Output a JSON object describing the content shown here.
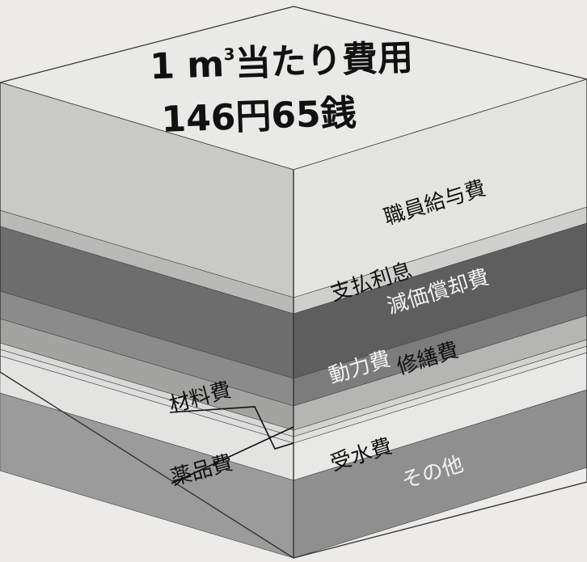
{
  "title": {
    "line1_pre": "1 m",
    "line1_sup": "3",
    "line1_post": "当たり費用",
    "line2": "146円65銭"
  },
  "layers": [
    {
      "key": "personnel",
      "label": "職員給与費",
      "color_side": "#e3e3e1",
      "color_front": "#c9c9c7"
    },
    {
      "key": "interest",
      "label": "支払利息",
      "color_side": "#cfcfcd",
      "color_front": "#b9b9b7"
    },
    {
      "key": "depreciation",
      "label": "減価償却費",
      "color_side": "#5e5e5e",
      "color_front": "#6d6d6d",
      "light_text": true
    },
    {
      "key": "power",
      "label": "動力費",
      "color_side": "#7c7c7c",
      "color_front": "#8b8b8b",
      "light_text": true
    },
    {
      "key": "repair",
      "label": "修繕費",
      "color_side": "#b5b5b3",
      "color_front": "#a3a3a1"
    },
    {
      "key": "materials",
      "label": "材料費",
      "color_side": "#d3d3d1",
      "color_front": "#d8d8d6"
    },
    {
      "key": "chemicals",
      "label": "薬品費",
      "color_side": "#e0e0de",
      "color_front": "#dedede"
    },
    {
      "key": "water_purchase",
      "label": "受水費",
      "color_side": "#e8e8e6",
      "color_front": "#e3e3e1"
    },
    {
      "key": "other",
      "label": "その他",
      "color_side": "#8f8f8f",
      "color_front": "#9b9b9b",
      "light_text": true
    }
  ],
  "colors": {
    "top_face": "#e9e9e7",
    "edge": "#333333",
    "background": "#ecebe7"
  }
}
